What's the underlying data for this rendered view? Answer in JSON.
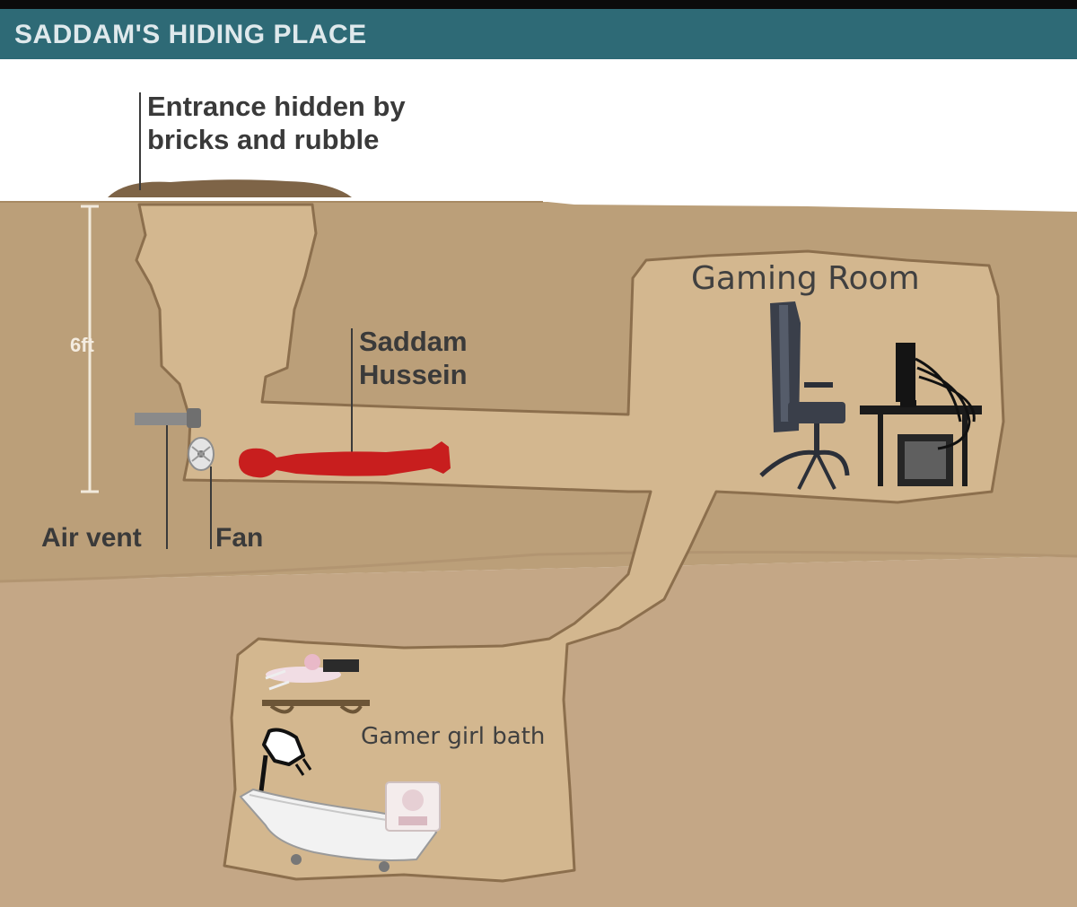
{
  "header": {
    "title": "SADDAM'S HIDING PLACE",
    "color": "#2e6a76"
  },
  "labels": {
    "entrance_line1": "Entrance hidden by",
    "entrance_line2": "bricks and rubble",
    "depth": "6ft",
    "saddam_line1": "Saddam",
    "saddam_line2": "Hussein",
    "air_vent": "Air vent",
    "fan": "Fan",
    "gaming_room": "Gaming Room",
    "bath": "Gamer girl bath"
  },
  "icons": {
    "air_vent": "air-vent-icon",
    "fan": "fan-icon",
    "figure": "person-silhouette-icon",
    "chair": "gaming-chair-icon",
    "desk": "computer-desk-icon",
    "monitor": "monitor-icon",
    "pc": "pc-tower-icon",
    "shelf": "shelf-icon",
    "plug_hand": "hand-icon",
    "bathtub": "bathtub-icon",
    "jar": "jar-icon"
  },
  "colors": {
    "sky": "#ffffff",
    "ground_top": "#bb9f79",
    "ground_lower": "#c4a884",
    "tunnel": "#d3b78f",
    "outline": "#8c6f4d",
    "figure": "#c81e1e",
    "rubble": "#7e6447"
  }
}
